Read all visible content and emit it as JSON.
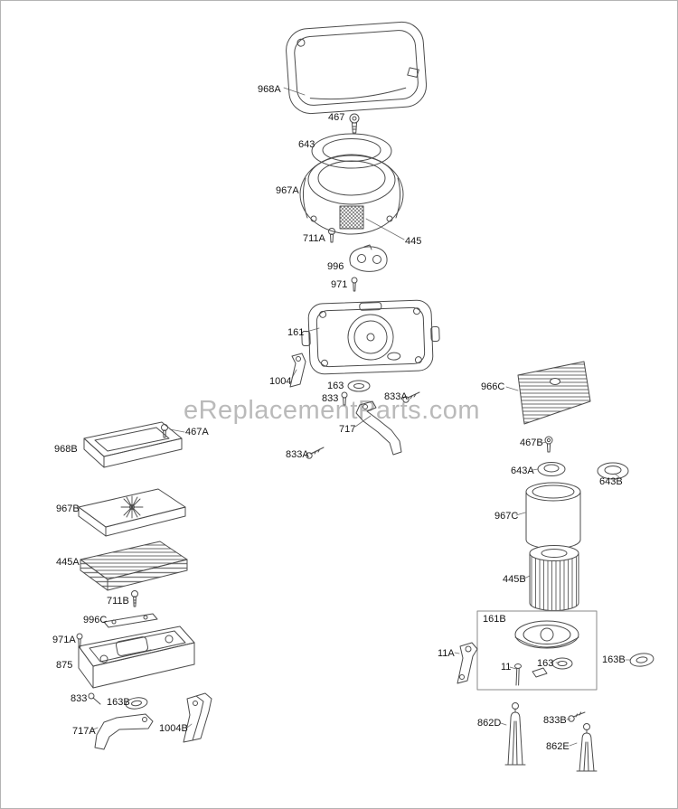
{
  "page": {
    "watermark": "eReplacementParts.com",
    "background_color": "#ffffff",
    "line_color": "#4c4c4c",
    "watermark_color": "#aaaaaa"
  },
  "labels": [
    {
      "id": "968A",
      "text": "968A"
    },
    {
      "id": "467",
      "text": "467"
    },
    {
      "id": "643",
      "text": "643"
    },
    {
      "id": "967A",
      "text": "967A"
    },
    {
      "id": "711A",
      "text": "711A"
    },
    {
      "id": "445",
      "text": "445"
    },
    {
      "id": "996",
      "text": "996"
    },
    {
      "id": "971",
      "text": "971"
    },
    {
      "id": "161",
      "text": "161"
    },
    {
      "id": "1004",
      "text": "1004"
    },
    {
      "id": "163",
      "text": "163"
    },
    {
      "id": "833",
      "text": "833"
    },
    {
      "id": "833A-upper",
      "text": "833A"
    },
    {
      "id": "717",
      "text": "717"
    },
    {
      "id": "833A-lower",
      "text": "833A"
    },
    {
      "id": "966C",
      "text": "966C"
    },
    {
      "id": "467B",
      "text": "467B"
    },
    {
      "id": "643A",
      "text": "643A"
    },
    {
      "id": "643B",
      "text": "643B"
    },
    {
      "id": "967C",
      "text": "967C"
    },
    {
      "id": "445B",
      "text": "445B"
    },
    {
      "id": "161B",
      "text": "161B"
    },
    {
      "id": "11A",
      "text": "11A"
    },
    {
      "id": "11",
      "text": "11"
    },
    {
      "id": "163-box",
      "text": "163"
    },
    {
      "id": "163B-right",
      "text": "163B"
    },
    {
      "id": "862D",
      "text": "862D"
    },
    {
      "id": "833B",
      "text": "833B"
    },
    {
      "id": "862E",
      "text": "862E"
    },
    {
      "id": "968B",
      "text": "968B"
    },
    {
      "id": "467A",
      "text": "467A"
    },
    {
      "id": "967B",
      "text": "967B"
    },
    {
      "id": "445A",
      "text": "445A"
    },
    {
      "id": "711B",
      "text": "711B"
    },
    {
      "id": "996C",
      "text": "996C"
    },
    {
      "id": "971A",
      "text": "971A"
    },
    {
      "id": "875",
      "text": "875"
    },
    {
      "id": "833-left",
      "text": "833"
    },
    {
      "id": "163B-left",
      "text": "163B"
    },
    {
      "id": "717A",
      "text": "717A"
    },
    {
      "id": "1004B",
      "text": "1004B"
    }
  ]
}
